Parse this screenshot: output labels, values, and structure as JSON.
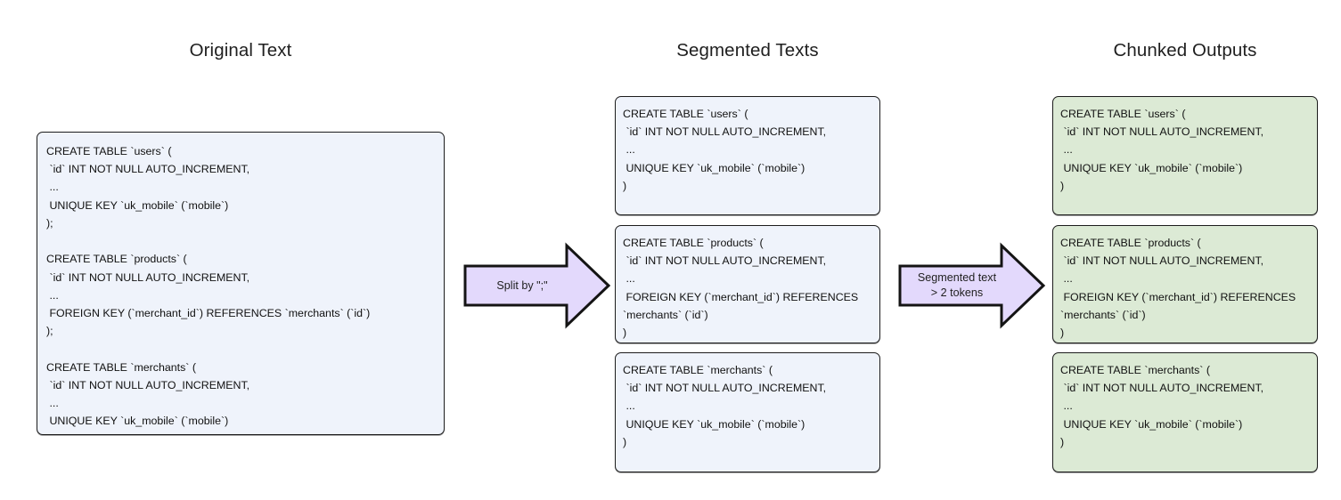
{
  "columns": {
    "original": {
      "title": "Original Text"
    },
    "segmented": {
      "title": "Segmented Texts"
    },
    "chunked": {
      "title": "Chunked Outputs"
    }
  },
  "original_text": "CREATE TABLE `users` (\n `id` INT NOT NULL AUTO_INCREMENT,\n ...\n UNIQUE KEY `uk_mobile` (`mobile`)\n);\n\nCREATE TABLE `products` (\n `id` INT NOT NULL AUTO_INCREMENT,\n ...\n FOREIGN KEY (`merchant_id`) REFERENCES `merchants` (`id`)\n);\n\nCREATE TABLE `merchants` (\n `id` INT NOT NULL AUTO_INCREMENT,\n ...\n UNIQUE KEY `uk_mobile` (`mobile`)\n);",
  "segmented_texts": [
    "CREATE TABLE `users` (\n `id` INT NOT NULL AUTO_INCREMENT,\n ...\n UNIQUE KEY `uk_mobile` (`mobile`)\n)",
    "CREATE TABLE `products` (\n `id` INT NOT NULL AUTO_INCREMENT,\n ...\n FOREIGN KEY (`merchant_id`) REFERENCES `merchants` (`id`)\n)",
    "CREATE TABLE `merchants` (\n `id` INT NOT NULL AUTO_INCREMENT,\n ...\n UNIQUE KEY `uk_mobile` (`mobile`)\n)"
  ],
  "chunked_outputs": [
    "CREATE TABLE `users` (\n `id` INT NOT NULL AUTO_INCREMENT,\n ...\n UNIQUE KEY `uk_mobile` (`mobile`)\n)",
    "CREATE TABLE `products` (\n `id` INT NOT NULL AUTO_INCREMENT,\n ...\n FOREIGN KEY (`merchant_id`) REFERENCES `merchants` (`id`)\n)",
    "CREATE TABLE `merchants` (\n `id` INT NOT NULL AUTO_INCREMENT,\n ...\n UNIQUE KEY `uk_mobile` (`mobile`)\n)"
  ],
  "arrows": [
    {
      "line1": "Split by \";\"",
      "line2": ""
    },
    {
      "line1": "Segmented text",
      "line2": "> 2 tokens"
    }
  ],
  "colors": {
    "background": "#ffffff",
    "box_blue_fill": "#eff3fb",
    "box_green_fill": "#dcead5",
    "box_border": "#1c1c1c",
    "arrow_fill": "#e3d9fc",
    "arrow_border": "#141414",
    "text": "#111111"
  }
}
